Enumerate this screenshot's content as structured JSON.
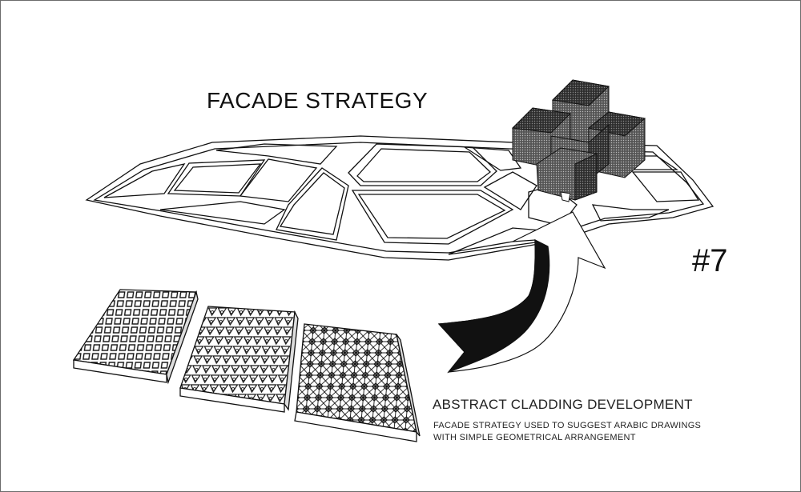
{
  "title": "FACADE STRATEGY",
  "sheet_number": "#7",
  "caption": {
    "heading": "ABSTRACT CLADDING DEVELOPMENT",
    "line1": "FACADE STRATEGY USED TO SUGGEST ARABIC DRAWINGS",
    "line2": "WITH SIMPLE GEOMETRICAL  ARRANGEMENT"
  },
  "colors": {
    "ink": "#111111",
    "paper": "#ffffff",
    "cube_dark": "#3a3a3a",
    "cube_mid": "#6a6a6a"
  },
  "icons": [
    "cross-cube-sculpture-icon",
    "curved-arrow-icon",
    "facade-panel-icon"
  ]
}
